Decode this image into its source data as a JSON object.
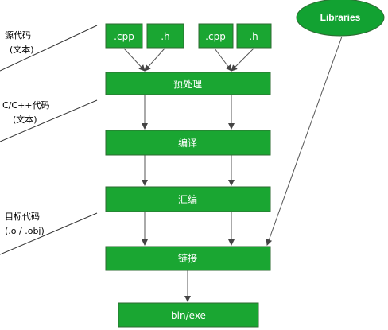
{
  "colors": {
    "node_fill": "#1aa632",
    "node_stroke": "#2d6b32",
    "libraries_fill": "#12a232",
    "libraries_stroke": "#2d6b32",
    "line": "#555555",
    "label_line": "#333333"
  },
  "sources": [
    {
      "label": ".cpp"
    },
    {
      "label": ".h"
    },
    {
      "label": ".cpp"
    },
    {
      "label": ".h"
    }
  ],
  "libraries": {
    "label": "Libraries"
  },
  "stages": [
    {
      "label": "预处理"
    },
    {
      "label": "编译"
    },
    {
      "label": "汇编"
    },
    {
      "label": "链接"
    },
    {
      "label": "bin/exe"
    }
  ],
  "side_labels": [
    {
      "line1": "源代码",
      "line2": "(文本)"
    },
    {
      "line1": "C/C++代码",
      "line2": "(文本)"
    },
    {
      "line1": "目标代码",
      "line2": "(.o / .obj)"
    }
  ]
}
